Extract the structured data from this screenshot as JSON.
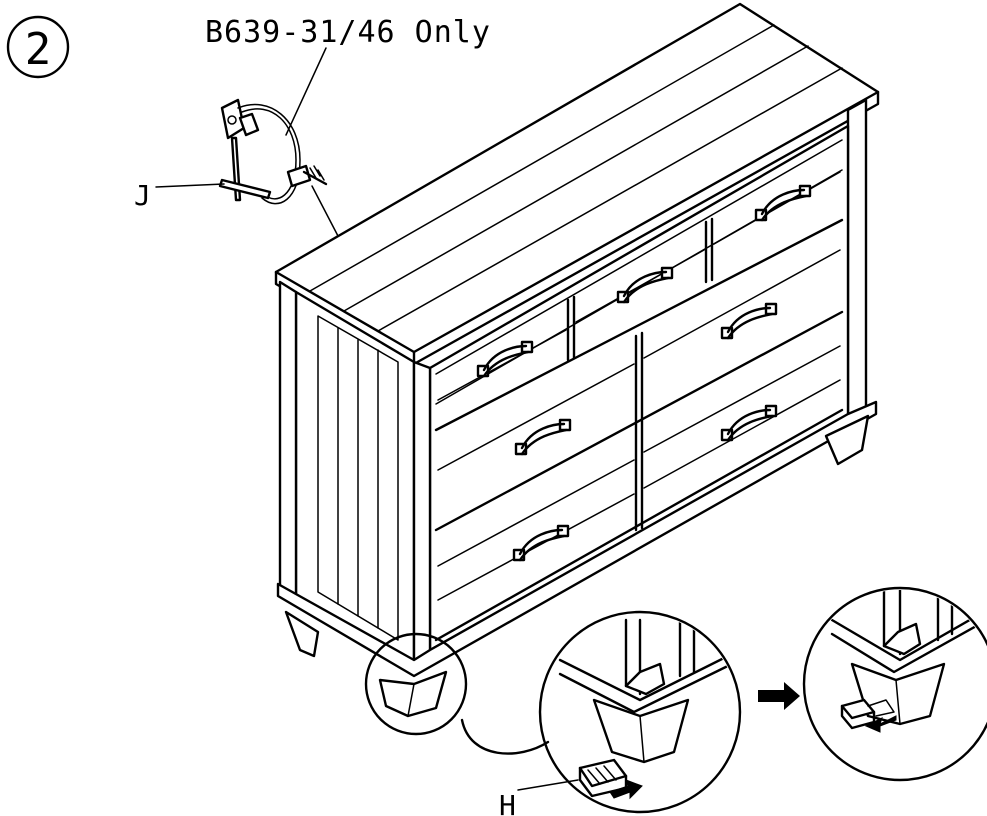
{
  "diagram": {
    "step_number": "2",
    "model_note": "B639-31/46 Only",
    "part_labels": {
      "anti_tip": "J",
      "leveler": "H"
    },
    "colors": {
      "line": "#000000",
      "background": "#ffffff"
    }
  }
}
